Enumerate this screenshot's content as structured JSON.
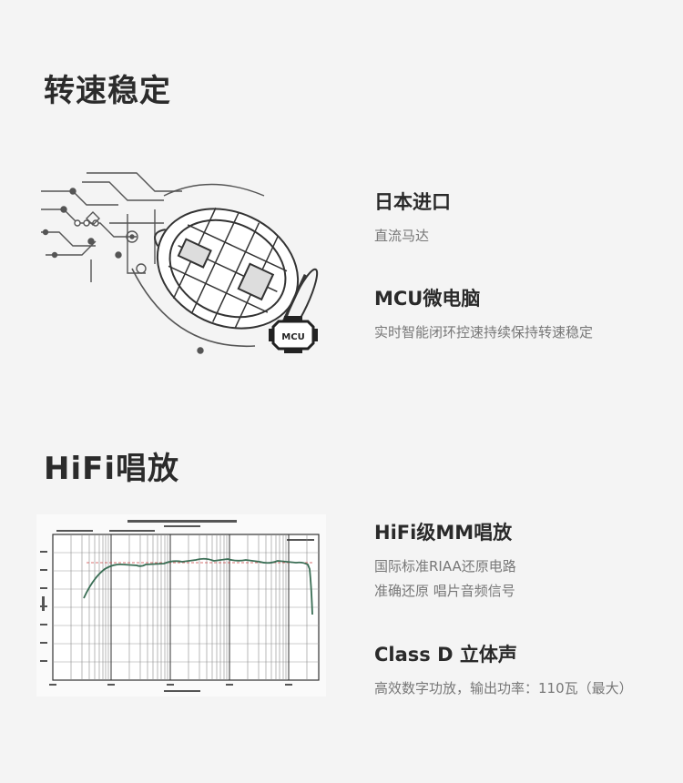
{
  "section1": {
    "title": "转速稳定",
    "features": [
      {
        "title": "日本进口",
        "desc": [
          "直流马达"
        ]
      },
      {
        "title": "MCU微电脑",
        "desc": [
          "实时智能闭环控速持续保持转速稳定"
        ]
      }
    ],
    "badge": "MCU"
  },
  "section2": {
    "title": "HiFi唱放",
    "features": [
      {
        "title": "HiFi级MM唱放",
        "desc": [
          "国际标准RIAA还原电路",
          "准确还原 唱片音频信号"
        ]
      },
      {
        "title": "Class D 立体声",
        "desc": [
          "高效数字功放，输出功率：110瓦（最大）"
        ]
      }
    ]
  },
  "colors": {
    "background": "#f4f4f4",
    "title": "#2b2b2b",
    "desc": "#777777",
    "curve": "#3a6e55"
  }
}
